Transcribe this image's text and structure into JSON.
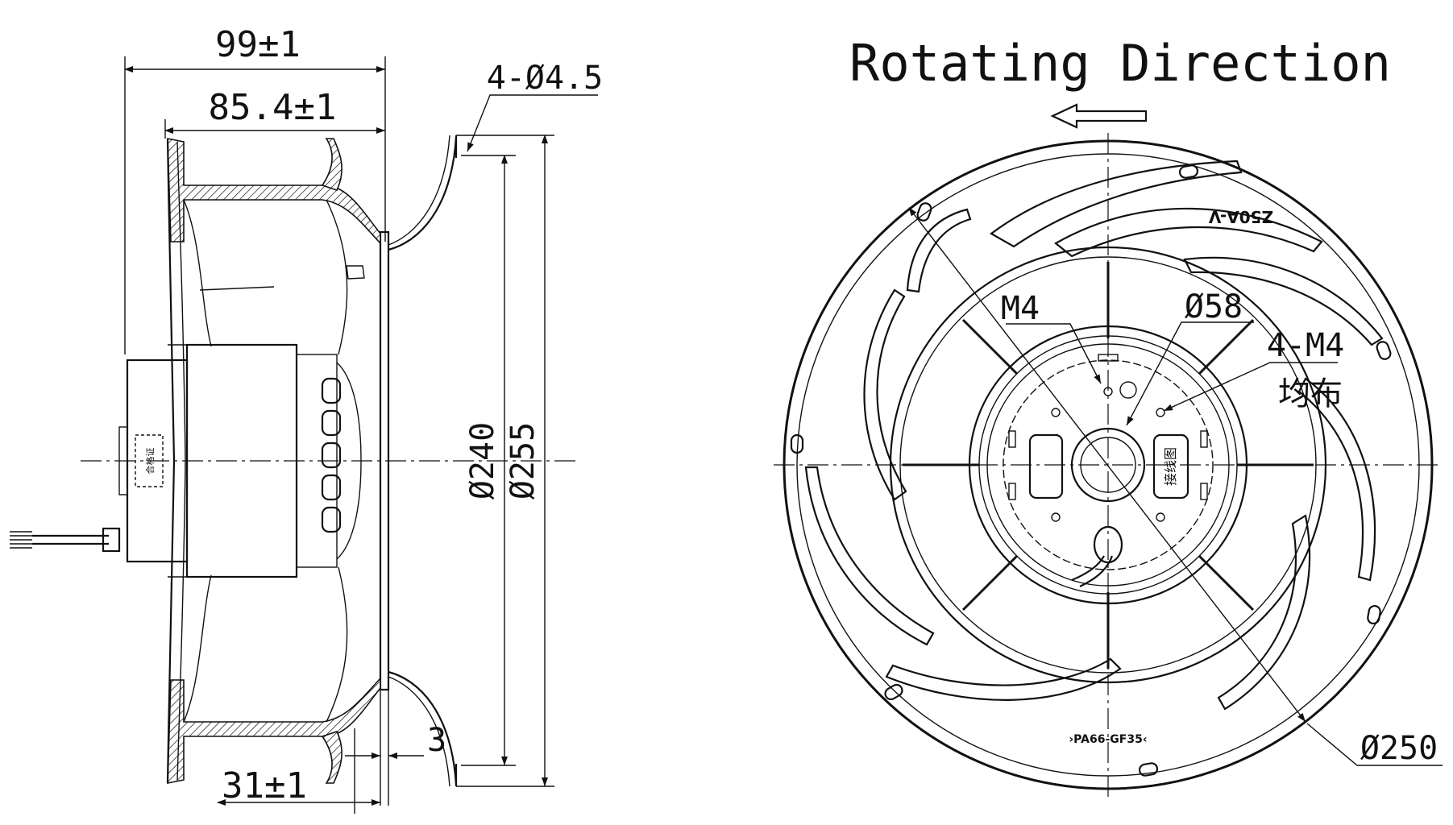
{
  "title": "Rotating Direction",
  "side_view": {
    "dims": {
      "overall_length": "99±1",
      "impeller_length": "85.4±1",
      "mount_holes": "4-Ø4.5",
      "inner_diameter": "Ø240",
      "outer_diameter": "Ø255",
      "flange_thickness": "3",
      "motor_offset": "31±1"
    },
    "label_tag": "合格证"
  },
  "front_view": {
    "dims": {
      "shaft_thread": "M4",
      "hub_diameter": "Ø58",
      "hub_holes_line1": "4-M4",
      "hub_holes_line2": "均布",
      "impeller_diameter": "Ø250"
    },
    "markings": {
      "part_code": "Z50A-V",
      "material": "›PA66-GF35‹",
      "wiring_label": "接线图"
    }
  }
}
